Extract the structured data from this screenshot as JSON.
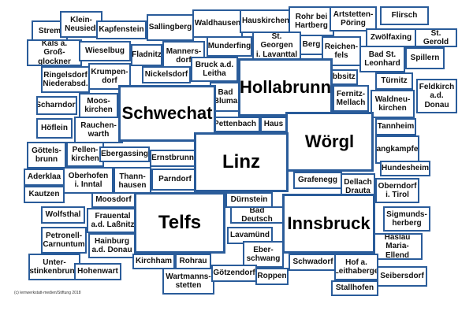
{
  "credit": "(c) lernwerkstatt-medien/Stiftung 2018",
  "small_cards": [
    "Strem",
    "Klein-\nNeusiedl",
    "Kapfenstein",
    "Sallingberg",
    "Waldhausen",
    "Hauskirchen",
    "Rohr bei\nHartberg",
    "Artstetten-\nPöring",
    "Flirsch",
    "Kals a. Groß-\nglockner",
    "Wieselbug",
    "Fladnitz",
    "Manners-\ndorf",
    "Munderfing",
    "St. Georgen\ni. Lavanttal",
    "Berg",
    "Reichen-\nfels",
    "Zwölfaxing",
    "St. Gerold",
    "Bad St.\nLeonhard",
    "Spillern",
    "Ringelsdorf\nNiederabsd.",
    "Krumpen-\ndorf",
    "Nickelsdorf",
    "Bruck a.d.\nLeitha",
    "Ybbsitz",
    "Türnitz",
    "Scharndorf",
    "Moos-\nkirchen",
    "Bad\nBluma",
    "Fernitz-\nMellach",
    "Waldneu-\nkirchen",
    "Feldkirch\na.d. Donau",
    "Höflein",
    "Rauchen-\nwarth",
    "Pettenbach",
    "Haus",
    "Tannheim",
    "Göttels-\nbrunn",
    "Pellen-\nkirchen",
    "Ebergassing",
    "Langkampfen",
    "Aderklaa",
    "Oberhofen\ni. Inntal",
    "Ernstbrunn",
    "Thann-\nhausen",
    "Grafenegg",
    "Dellach\nDrauta",
    "Oberndorf\ni. Tirol",
    "Hundesheim",
    "Kautzen",
    "Parndorf",
    "Moosdorf",
    "Dürnstein",
    "Wolfsthal",
    "Frauental\na.d. Laßnitz",
    "Bad Deutsch",
    "Sigmunds-\nherberg",
    "Petronell-\nCarnuntum",
    "Lavamünd",
    "Hainburg\na.d. Donau",
    "Eber-\nschwang",
    "Haslau\nMaria-Ellend",
    "Unter-\nstinkenbrunn",
    "Hohenwart",
    "Kirchham",
    "Rohrau",
    "Schwadorf",
    "Hof a.\nLeithaberge",
    "Wartmanns-\nstetten",
    "Götzendorf",
    "Roppen",
    "Seibersdorf",
    "Stallhofen"
  ],
  "big_cards": [
    "Hollabrunn",
    "Schwechat",
    "Wörgl",
    "Linz",
    "Telfs",
    "Innsbruck"
  ],
  "colors": {
    "border": "#2a5c9a",
    "text": "#111111",
    "background": "#ffffff"
  }
}
